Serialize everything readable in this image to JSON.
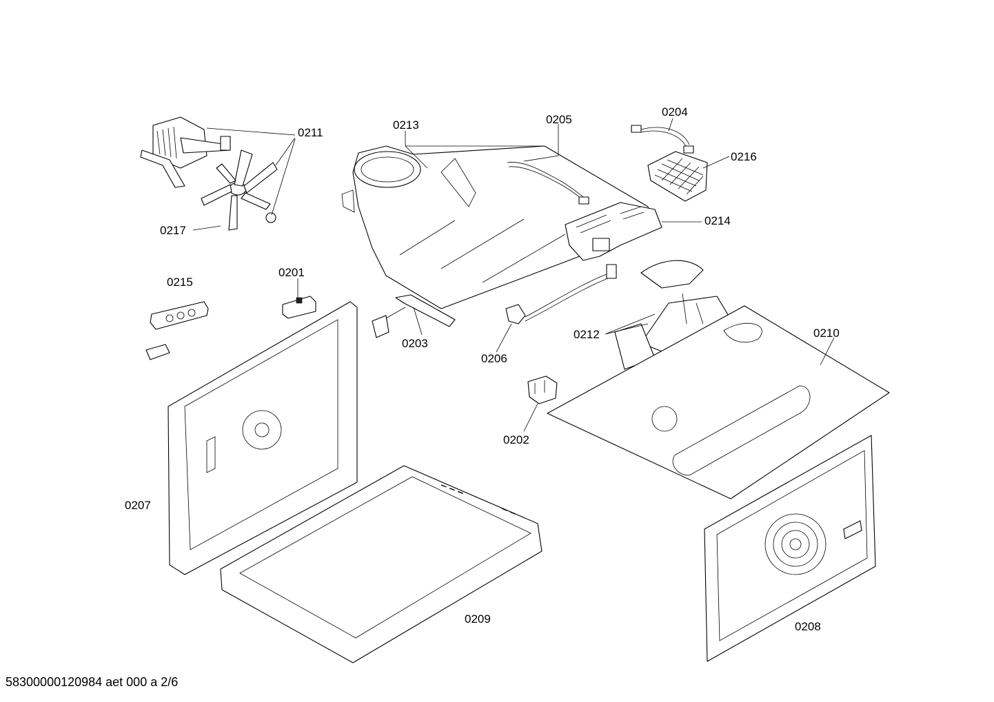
{
  "diagram": {
    "labels": [
      {
        "id": "0201",
        "text": "0201"
      },
      {
        "id": "0202",
        "text": "0202"
      },
      {
        "id": "0203",
        "text": "0203"
      },
      {
        "id": "0204",
        "text": "0204"
      },
      {
        "id": "0205",
        "text": "0205"
      },
      {
        "id": "0206",
        "text": "0206"
      },
      {
        "id": "0207",
        "text": "0207"
      },
      {
        "id": "0208",
        "text": "0208"
      },
      {
        "id": "0209",
        "text": "0209"
      },
      {
        "id": "0210",
        "text": "0210"
      },
      {
        "id": "0211",
        "text": "0211"
      },
      {
        "id": "0212",
        "text": "0212"
      },
      {
        "id": "0213",
        "text": "0213"
      },
      {
        "id": "0214",
        "text": "0214"
      },
      {
        "id": "0215",
        "text": "0215"
      },
      {
        "id": "0216",
        "text": "0216"
      },
      {
        "id": "0217",
        "text": "0217"
      }
    ]
  },
  "footer": {
    "document_code": "58300000120984 aet 000 a 2/6"
  }
}
